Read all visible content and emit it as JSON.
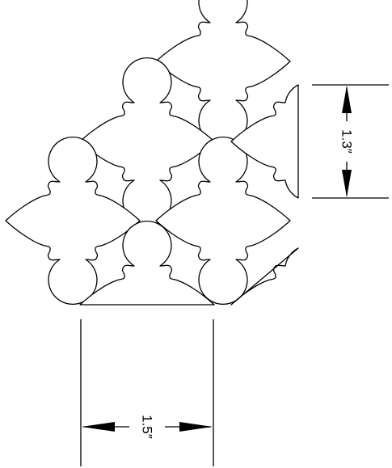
{
  "title": "",
  "dimensions": {
    "width_label": "1.5″",
    "height_label": "1.3″"
  },
  "pattern": {
    "full_tiles": 4,
    "half_tiles": 1,
    "corner_pieces": 2
  },
  "colors": {
    "line": "#000000",
    "background": "#ffffff"
  }
}
